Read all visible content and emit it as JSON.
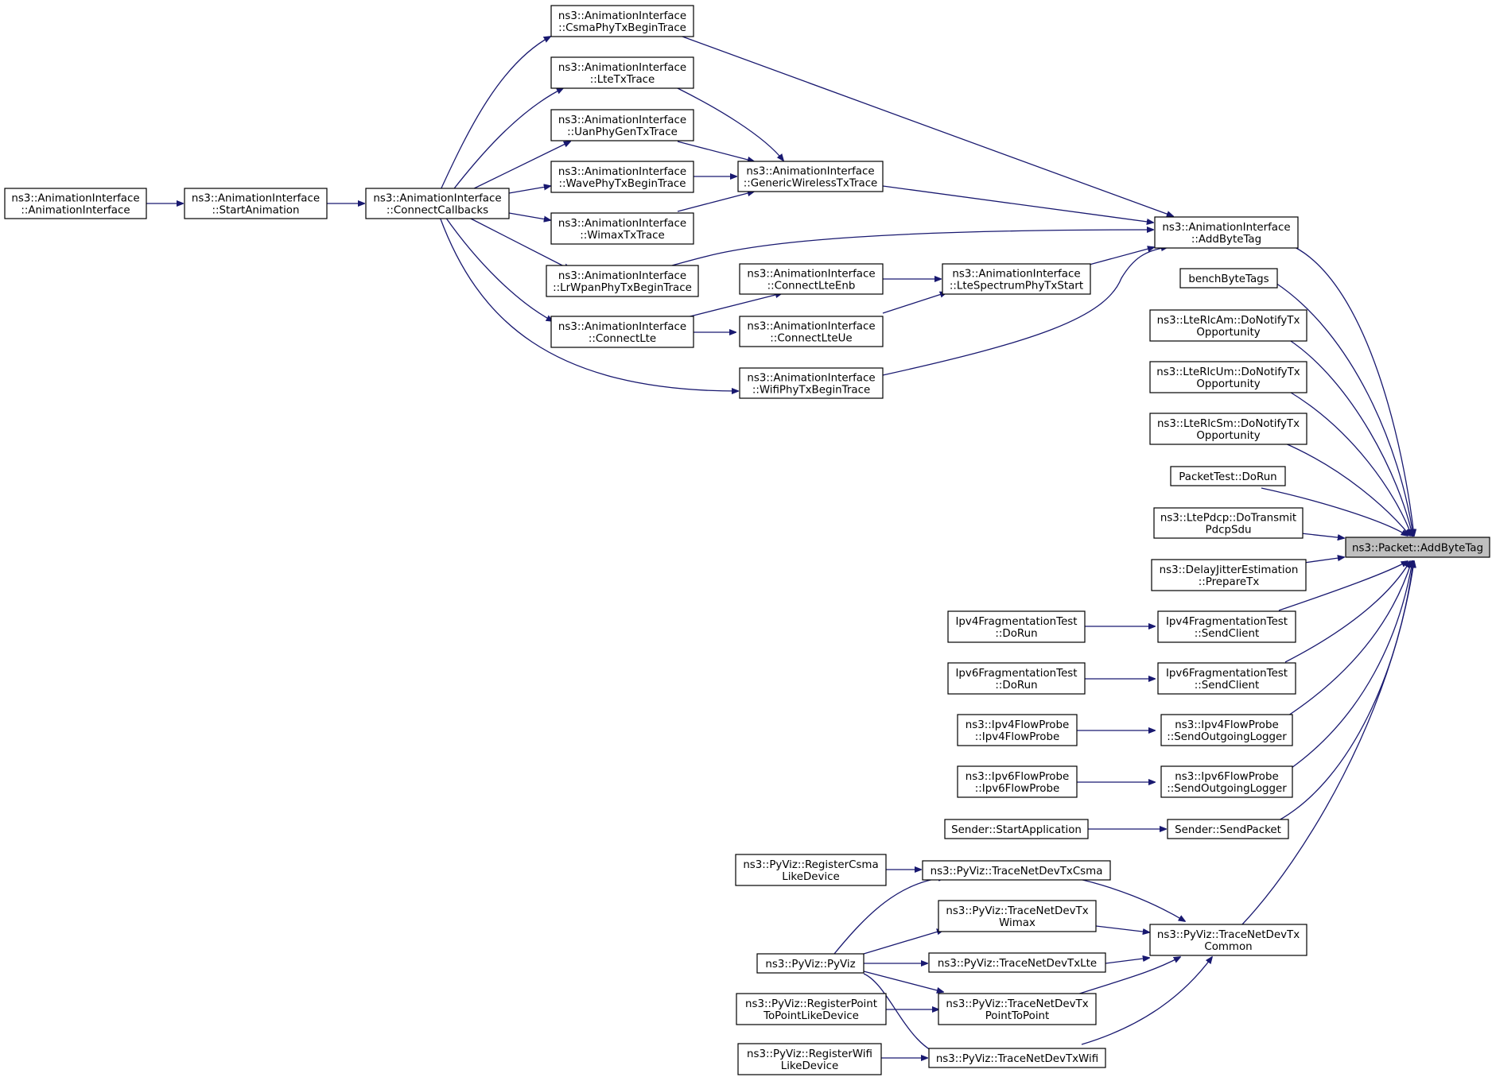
{
  "colors": {
    "edge": "#191970",
    "root_fill": "#bfbfbf",
    "node_fill": "#ffffff",
    "border": "#000000"
  },
  "nodes": {
    "n_animctor": [
      "ns3::AnimationInterface",
      "::AnimationInterface"
    ],
    "n_start": [
      "ns3::AnimationInterface",
      "::StartAnimation"
    ],
    "n_connect": [
      "ns3::AnimationInterface",
      "::ConnectCallbacks"
    ],
    "n_csma": [
      "ns3::AnimationInterface",
      "::CsmaPhyTxBeginTrace"
    ],
    "n_ltetx": [
      "ns3::AnimationInterface",
      "::LteTxTrace"
    ],
    "n_uan": [
      "ns3::AnimationInterface",
      "::UanPhyGenTxTrace"
    ],
    "n_wave": [
      "ns3::AnimationInterface",
      "::WavePhyTxBeginTrace"
    ],
    "n_wimaxtr": [
      "ns3::AnimationInterface",
      "::WimaxTxTrace"
    ],
    "n_lrwpan": [
      "ns3::AnimationInterface",
      "::LrWpanPhyTxBeginTrace"
    ],
    "n_connlte": [
      "ns3::AnimationInterface",
      "::ConnectLte"
    ],
    "n_generic": [
      "ns3::AnimationInterface",
      "::GenericWirelessTxTrace"
    ],
    "n_conenb": [
      "ns3::AnimationInterface",
      "::ConnectLteEnb"
    ],
    "n_conue": [
      "ns3::AnimationInterface",
      "::ConnectLteUe"
    ],
    "n_wifitr": [
      "ns3::AnimationInterface",
      "::WifiPhyTxBeginTrace"
    ],
    "n_ltespec": [
      "ns3::AnimationInterface",
      "::LteSpectrumPhyTxStart"
    ],
    "n_addbyte": [
      "ns3::AnimationInterface",
      "::AddByteTag"
    ],
    "n_bench": [
      "benchByteTags"
    ],
    "n_rlcam": [
      "ns3::LteRlcAm::DoNotifyTx",
      "Opportunity"
    ],
    "n_rlcum": [
      "ns3::LteRlcUm::DoNotifyTx",
      "Opportunity"
    ],
    "n_rlcsm": [
      "ns3::LteRlcSm::DoNotifyTx",
      "Opportunity"
    ],
    "n_ptest": [
      "PacketTest::DoRun"
    ],
    "n_pdcp": [
      "ns3::LtePdcp::DoTransmit",
      "PdcpSdu"
    ],
    "n_delay": [
      "ns3::DelayJitterEstimation",
      "::PrepareTx"
    ],
    "n_ipv4fr": [
      "Ipv4FragmentationTest",
      "::DoRun"
    ],
    "n_ipv4sc": [
      "Ipv4FragmentationTest",
      "::SendClient"
    ],
    "n_ipv6fr": [
      "Ipv6FragmentationTest",
      "::DoRun"
    ],
    "n_ipv6sc": [
      "Ipv6FragmentationTest",
      "::SendClient"
    ],
    "n_ipv4fp": [
      "ns3::Ipv4FlowProbe",
      "::Ipv4FlowProbe"
    ],
    "n_ipv4so": [
      "ns3::Ipv4FlowProbe",
      "::SendOutgoingLogger"
    ],
    "n_ipv6fp": [
      "ns3::Ipv6FlowProbe",
      "::Ipv6FlowProbe"
    ],
    "n_ipv6so": [
      "ns3::Ipv6FlowProbe",
      "::SendOutgoingLogger"
    ],
    "n_sstart": [
      "Sender::StartApplication"
    ],
    "n_ssend": [
      "Sender::SendPacket"
    ],
    "n_regcsma": [
      "ns3::PyViz::RegisterCsma",
      "LikeDevice"
    ],
    "n_tcsma": [
      "ns3::PyViz::TraceNetDevTxCsma"
    ],
    "n_twimax": [
      "ns3::PyViz::TraceNetDevTx",
      "Wimax"
    ],
    "n_pyviz": [
      "ns3::PyViz::PyViz"
    ],
    "n_tlte": [
      "ns3::PyViz::TraceNetDevTxLte"
    ],
    "n_regp2p": [
      "ns3::PyViz::RegisterPoint",
      "ToPointLikeDevice"
    ],
    "n_tp2p": [
      "ns3::PyViz::TraceNetDevTx",
      "PointToPoint"
    ],
    "n_regwifi": [
      "ns3::PyViz::RegisterWifi",
      "LikeDevice"
    ],
    "n_twifi": [
      "ns3::PyViz::TraceNetDevTxWifi"
    ],
    "n_common": [
      "ns3::PyViz::TraceNetDevTx",
      "Common"
    ],
    "n_root": [
      "ns3::Packet::AddByteTag"
    ]
  }
}
